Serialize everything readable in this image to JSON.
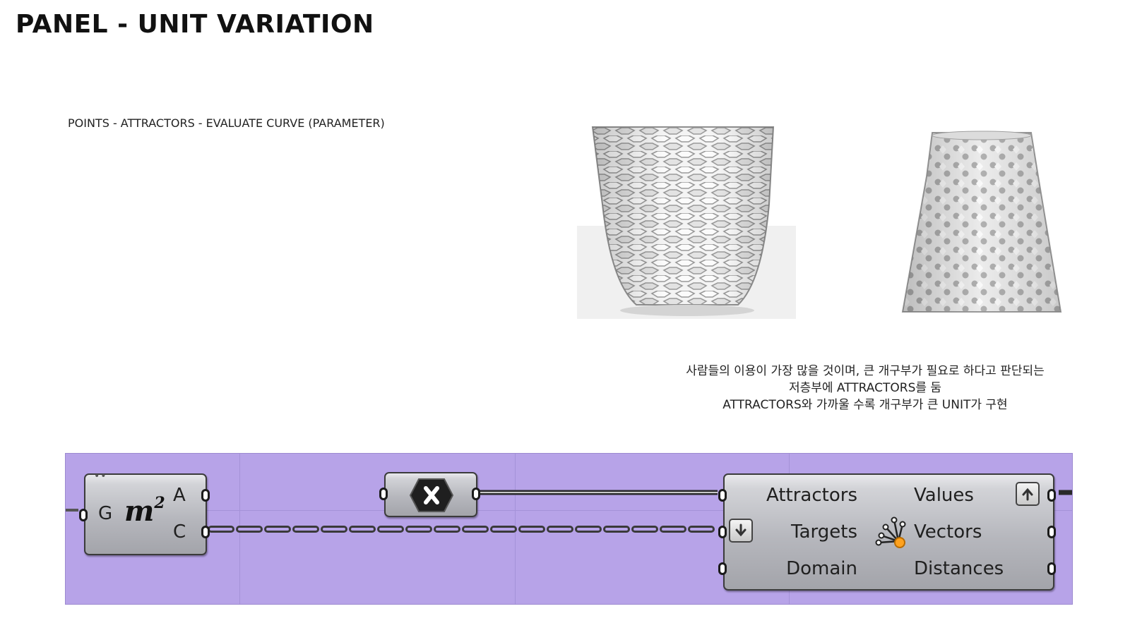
{
  "page": {
    "title": "PANEL - UNIT VARIATION",
    "subtitle": "POINTS - ATTRACTORS - EVALUATE CURVE (PARAMETER)",
    "note_lines": [
      "사람들의 이용이 가장 많을 것이며, 큰 개구부가 필요로 하다고 판단되는",
      "저층부에 ATTRACTORS를 둠",
      "ATTRACTORS와 가까울 수록 개구부가 큰 UNIT가 구현"
    ]
  },
  "canvas": {
    "background": "#b7a3e8",
    "components": {
      "area": {
        "icon": "area-m2-icon",
        "input_label": "G",
        "output_labels": [
          "A",
          "C"
        ]
      },
      "negative": {
        "icon": "close-x-hexagon-icon"
      },
      "pull": {
        "icon": "pull-points-icon",
        "inputs": [
          "Attractors",
          "Targets",
          "Domain"
        ],
        "outputs": [
          "Values",
          "Vectors",
          "Distances"
        ],
        "left_button_icon": "arrow-down-icon",
        "right_button_icon": "arrow-up-icon"
      }
    }
  }
}
